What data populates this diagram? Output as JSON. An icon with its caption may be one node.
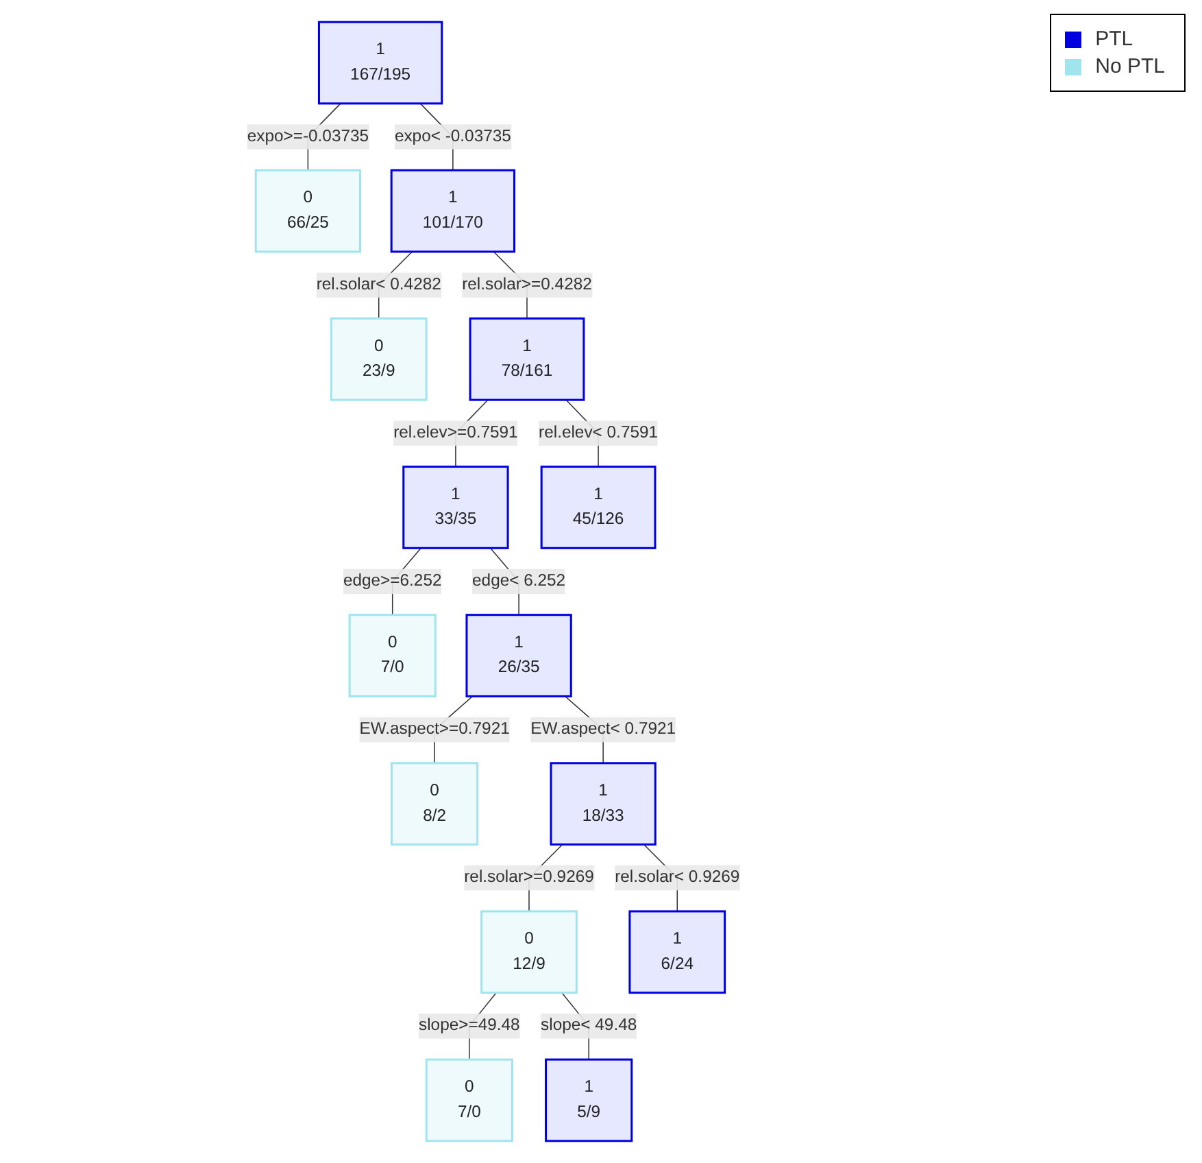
{
  "diagram": {
    "nodes": [
      {
        "text": [
          "1",
          "167/195"
        ]
      },
      {
        "text": [
          "0",
          "66/25"
        ]
      },
      {
        "text": [
          "1",
          "101/170"
        ]
      },
      {
        "text": [
          "0",
          "23/9"
        ]
      },
      {
        "text": [
          "1",
          "78/161"
        ]
      },
      {
        "text": [
          "1",
          "33/35"
        ]
      },
      {
        "text": [
          "1",
          "45/126"
        ]
      },
      {
        "text": [
          "0",
          "7/0"
        ]
      },
      {
        "text": [
          "1",
          "26/35"
        ]
      },
      {
        "text": [
          "0",
          "8/2"
        ]
      },
      {
        "text": [
          "1",
          "18/33"
        ]
      },
      {
        "text": [
          "0",
          "12/9"
        ]
      },
      {
        "text": [
          "1",
          "6/24"
        ]
      },
      {
        "text": [
          "0",
          "7/0"
        ]
      },
      {
        "text": [
          "1",
          "5/9"
        ]
      }
    ],
    "edges": [
      {
        "from": 0,
        "to": 1,
        "arrow": "none",
        "label": "expo>=-0.03735"
      },
      {
        "from": 0,
        "to": 2,
        "arrow": "none",
        "label": "expo< -0.03735"
      },
      {
        "from": 2,
        "to": 3,
        "arrow": "none",
        "label": "rel.solar< 0.4282"
      },
      {
        "from": 2,
        "to": 4,
        "arrow": "none",
        "label": "rel.solar>=0.4282"
      },
      {
        "from": 4,
        "to": 5,
        "arrow": "none",
        "label": "rel.elev>=0.7591"
      },
      {
        "from": 4,
        "to": 6,
        "arrow": "none",
        "label": "rel.elev< 0.7591"
      },
      {
        "from": 5,
        "to": 7,
        "arrow": "none",
        "label": "edge>=6.252"
      },
      {
        "from": 5,
        "to": 8,
        "arrow": "none",
        "label": "edge< 6.252"
      },
      {
        "from": 8,
        "to": 9,
        "arrow": "none",
        "label": "EW.aspect>=0.7921"
      },
      {
        "from": 8,
        "to": 10,
        "arrow": "none",
        "label": "EW.aspect< 0.7921"
      },
      {
        "from": 10,
        "to": 11,
        "arrow": "none",
        "label": "rel.solar>=0.9269"
      },
      {
        "from": 10,
        "to": 12,
        "arrow": "none",
        "label": "rel.solar< 0.9269"
      },
      {
        "from": 11,
        "to": 13,
        "arrow": "none",
        "label": "slope>=49.48"
      },
      {
        "from": 11,
        "to": 14,
        "arrow": "none",
        "label": "slope< 49.48"
      }
    ],
    "legend": [
      {
        "text": "PTL",
        "color": "#0000e0"
      },
      {
        "text": "No PTL",
        "color": "#a0e4ee"
      }
    ]
  }
}
